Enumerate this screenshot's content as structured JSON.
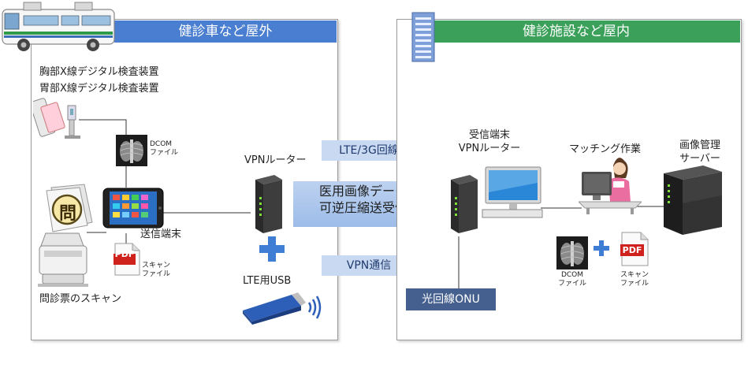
{
  "outdoor": {
    "header": "健診車など屋外",
    "device_chest": "胸部X線デジタル検査装置",
    "device_stomach": "胃部X線デジタル検査装置",
    "dcom_line1": "DCOM",
    "dcom_line2": "ファイル",
    "sending_terminal": "送信端末",
    "scan_line1": "スキャン",
    "scan_line2": "ファイル",
    "questionnaire_char": "問",
    "questionnaire_scan": "問診票のスキャン",
    "vpn_router": "VPNルーター",
    "lte_usb": "LTE用USB",
    "pdf": "PDF"
  },
  "link": {
    "lte_tag": "LTE/3G回線",
    "vpn_tag": "VPN通信",
    "arrow_line1": "医用画像データ",
    "arrow_line2": "可逆圧縮送受信"
  },
  "indoor": {
    "header": "健診施設など屋内",
    "receiver_line1": "受信端末",
    "receiver_line2": "VPNルーター",
    "matching": "マッチング作業",
    "server_line1": "画像管理",
    "server_line2": "サーバー",
    "onu": "光回線ONU",
    "dcom_line1": "DCOM",
    "dcom_line2": "ファイル",
    "scan_line1": "スキャン",
    "scan_line2": "ファイル",
    "pdf": "PDF"
  },
  "colors": {
    "outdoor_header": "#4a7ed0",
    "indoor_header": "#3aa05a",
    "tag_bg": "#c9d9f2",
    "onu_bg": "#45608f",
    "arrow": "#a7c3ea",
    "plus": "#3f7ed4"
  }
}
